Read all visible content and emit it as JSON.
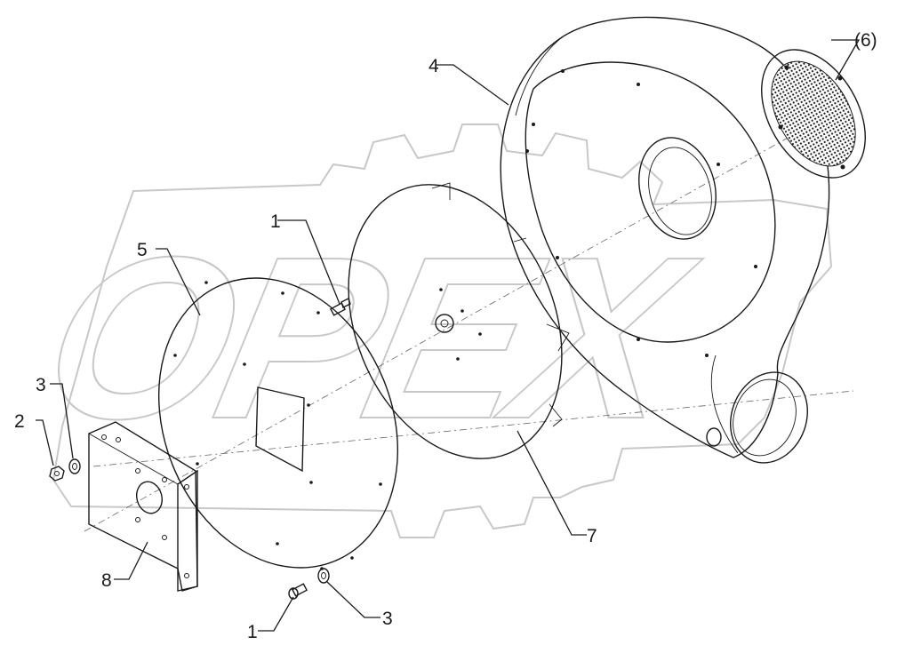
{
  "callouts": {
    "c1_top": "1",
    "c1_bottom": "1",
    "c2": "2",
    "c3_left": "3",
    "c3_bottom": "3",
    "c4": "4",
    "c5": "5",
    "c6": "(6)",
    "c7": "7",
    "c8": "8"
  },
  "watermark_text": "OPEX",
  "colors": {
    "line": "#1a1a1a",
    "watermark": "#c8c8c8",
    "background": "#ffffff"
  }
}
